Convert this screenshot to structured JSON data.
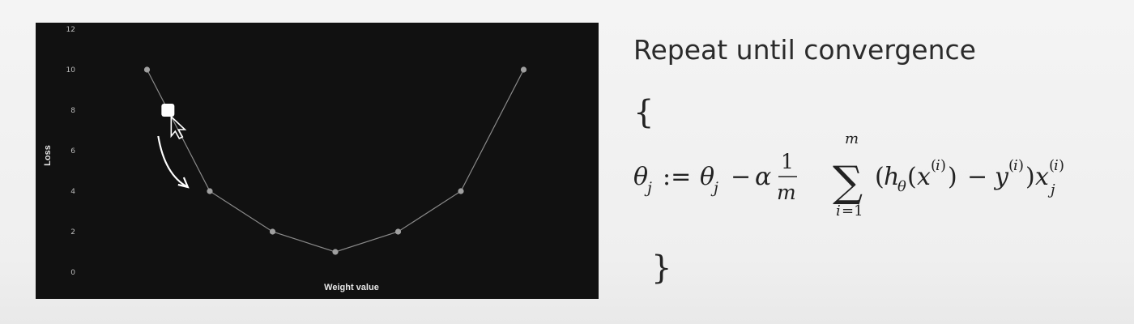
{
  "chart_data": {
    "type": "line",
    "title": "",
    "xlabel": "Weight value",
    "ylabel": "Loss",
    "ylim": [
      0,
      12
    ],
    "yticks": [
      "0",
      "2",
      "4",
      "6",
      "8",
      "10",
      "12"
    ],
    "x": [
      1,
      2,
      3,
      4,
      5,
      6,
      7
    ],
    "values": [
      10,
      4,
      2,
      1,
      2,
      4,
      10
    ],
    "grid": false,
    "background": "#111111",
    "line_color": "#8a8a8a",
    "marker_color": "#a0a0a0",
    "annotation": {
      "kind": "moving-point-with-cursor-and-arrow",
      "point_loss": 8,
      "color": "#ffffff"
    }
  },
  "slide": {
    "heading": "Repeat until convergence",
    "brace_open": "{",
    "brace_close": "}",
    "update_rule": "θ_j := θ_j − α (1/m) Σ_{i=1}^{m} (h_θ(x^(i)) − y^(i)) x_j^(i)"
  }
}
